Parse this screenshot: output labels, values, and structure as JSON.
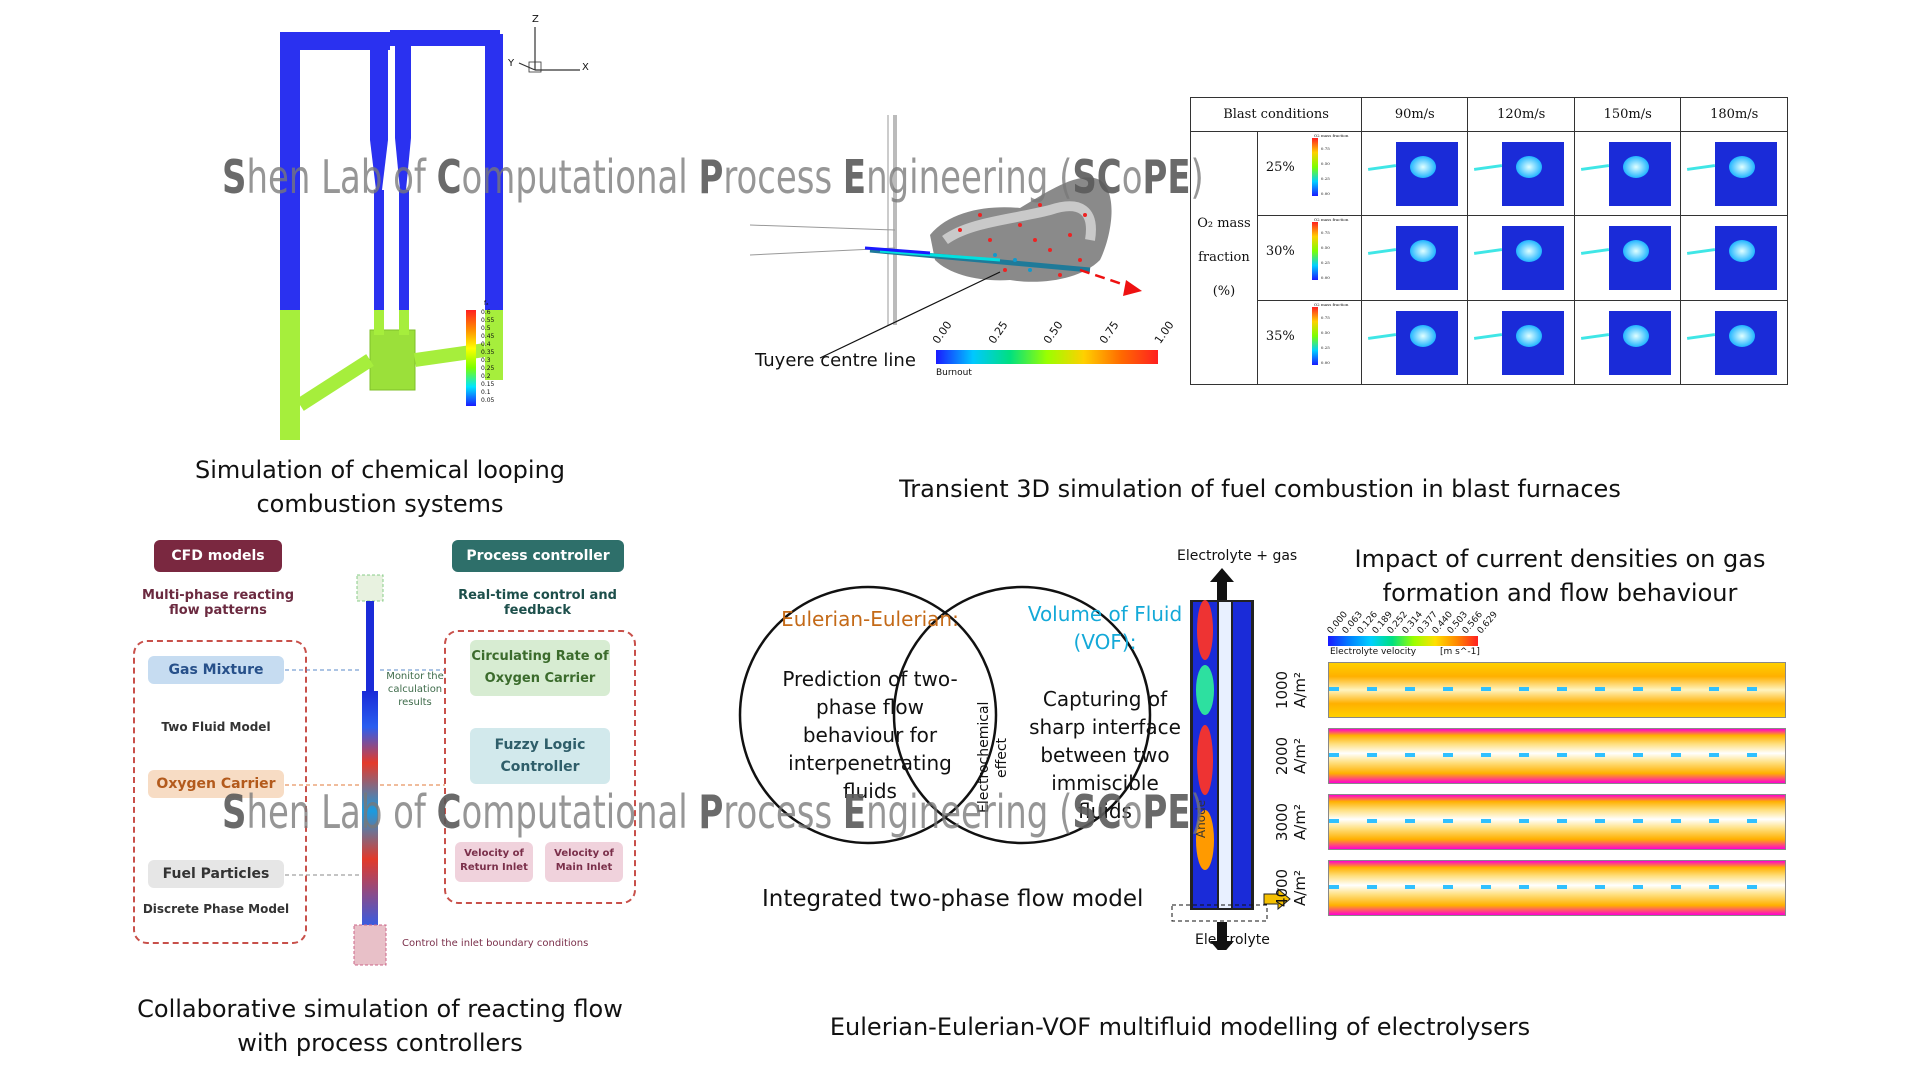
{
  "watermark": {
    "parts": [
      "S",
      "hen Lab of ",
      "C",
      "omputational ",
      "P",
      "rocess ",
      "E",
      "ngineering (",
      "SC",
      "o",
      "PE",
      ")"
    ]
  },
  "panel1": {
    "caption_line1": "Simulation of chemical looping",
    "caption_line2": "combustion systems",
    "axis": {
      "z": "Z",
      "y": "Y",
      "x": "X"
    },
    "legend_title": "fₐ",
    "legend_ticks": [
      "0.6",
      "0.55",
      "0.5",
      "0.45",
      "0.4",
      "0.35",
      "0.3",
      "0.25",
      "0.2",
      "0.15",
      "0.1",
      "0.05"
    ],
    "colors": {
      "riser": "#2a31f0",
      "bottom": "#a6ee3c"
    }
  },
  "panel2": {
    "caption": "Transient 3D simulation of fuel combustion in blast furnaces",
    "tuyere_label": "Tuyere centre line",
    "colorbar_title": "Burnout",
    "colorbar_ticks": [
      "0.00",
      "0.25",
      "0.50",
      "0.75",
      "1.00"
    ]
  },
  "table": {
    "header": [
      "Blast conditions",
      "90m/s",
      "120m/s",
      "150m/s",
      "180m/s"
    ],
    "row_label_1": "O₂ mass",
    "row_label_2": "fraction",
    "row_label_3": "(%)",
    "rows": [
      "25%",
      "30%",
      "35%"
    ],
    "legend_title": "O2 mass fraction",
    "legend_ticks": [
      "0.75",
      "0.50",
      "0.25",
      "0.00"
    ]
  },
  "panel3": {
    "caption_line1": "Collaborative simulation of reacting flow",
    "caption_line2": "with process controllers",
    "cfd_title": "CFD models",
    "cfd_sub": "Multi-phase reacting flow patterns",
    "controller_title": "Process controller",
    "controller_sub": "Real-time control and feedback",
    "gas_mixture": "Gas Mixture",
    "two_fluid": "Two Fluid Model",
    "oxygen_carrier": "Oxygen Carrier",
    "fuel_particles": "Fuel Particles",
    "dpm": "Discrete Phase Model",
    "circulating": "Circulating Rate of Oxygen Carrier",
    "fuzzy": "Fuzzy Logic Controller",
    "vel_return": "Velocity of Return Inlet",
    "vel_main": "Velocity of Main Inlet",
    "monitor": "Monitor the calculation results",
    "control_inlet": "Control the inlet boundary conditions"
  },
  "panel4": {
    "caption": "Eulerian-Eulerian-VOF multifluid modelling of electrolysers",
    "ee_title": "Eulerian-Eulerian:",
    "ee_text": "Prediction of two-phase flow behaviour for interpenetrating fluids",
    "vof_title": "Volume of Fluid (VOF):",
    "vof_text": "Capturing of sharp interface between two immiscible fluids",
    "electrochem": "Electrochemical effect",
    "integrated": "Integrated two-phase flow model",
    "electrolyte_gas": "Electrolyte + gas",
    "electrolyte": "Electrolyte",
    "anode": "Anode",
    "impact_title": "Impact of current densities on gas formation and flow behaviour",
    "vel_ticks": [
      "0.000",
      "0.063",
      "0.126",
      "0.189",
      "0.252",
      "0.314",
      "0.377",
      "0.440",
      "0.503",
      "0.566",
      "0.629"
    ],
    "vel_label": "Electrolyte velocity",
    "vel_unit": "[m s^-1]",
    "densities": [
      "1000",
      "2000",
      "3000",
      "4000"
    ],
    "density_unit": "A/m²"
  }
}
